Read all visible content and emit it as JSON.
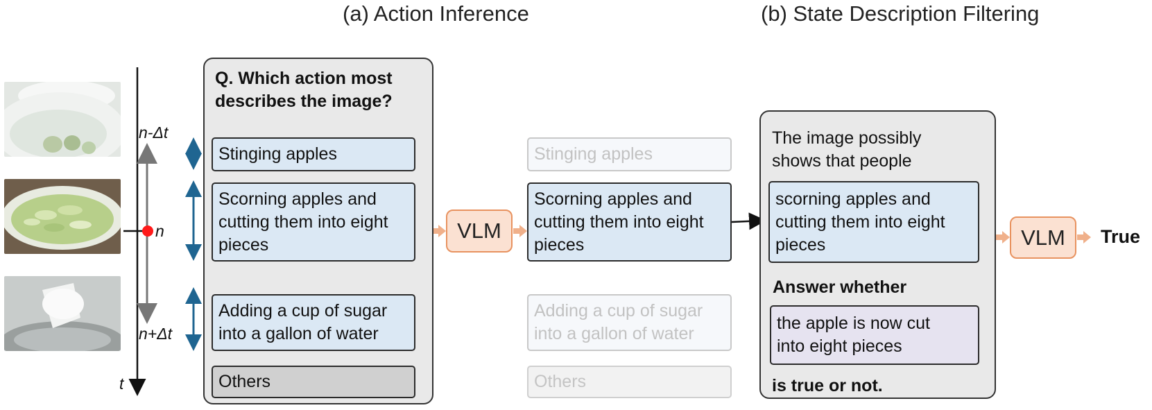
{
  "titles": {
    "action_inference": "(a) Action Inference",
    "state_filtering": "(b) State Description Filtering"
  },
  "timeline": {
    "label_before": "n-Δt",
    "label_current": "n",
    "label_after": "n+Δt",
    "label_time": "t"
  },
  "frames": [
    {
      "name": "apples in water bowl",
      "colors": [
        "#cfd6d0",
        "#f1f3f1",
        "#b9c9a4"
      ]
    },
    {
      "name": "apple slices in bowl",
      "colors": [
        "#7b6a55",
        "#b7cf8a",
        "#e3e8d6"
      ]
    },
    {
      "name": "pouring sugar into pot",
      "colors": [
        "#9a9f9e",
        "#f3f4f3",
        "#b8bdbd"
      ]
    }
  ],
  "question_panel": {
    "question_line1": "Q. Which action most",
    "question_line2": "describes the image?",
    "options": [
      {
        "lines": [
          "Stinging apples"
        ]
      },
      {
        "lines": [
          "Scorning apples and",
          "cutting them into eight",
          "pieces"
        ]
      },
      {
        "lines": [
          "Adding a cup of sugar",
          "into a gallon of water"
        ]
      },
      {
        "lines": [
          "Others"
        ]
      }
    ]
  },
  "vlm": {
    "label": "VLM"
  },
  "filtered": {
    "options": [
      {
        "lines": [
          "Stinging apples"
        ]
      },
      {
        "lines": [
          "Scorning apples and",
          "cutting them into eight",
          "pieces"
        ]
      },
      {
        "lines": [
          "Adding a cup of sugar",
          "into a gallon of water"
        ]
      },
      {
        "lines": [
          "Others"
        ]
      }
    ]
  },
  "state_panel": {
    "intro_line1": "The image possibly",
    "intro_line2": "shows that people",
    "action_lines": [
      "scorning apples and",
      "cutting them into eight",
      "pieces"
    ],
    "answer_whether": "Answer whether",
    "state_lines": [
      "the apple is now cut",
      "into eight pieces"
    ],
    "is_true": "is true or not."
  },
  "result": "True",
  "colors": {
    "arrow_orange": "#f0b08a",
    "red_dot": "#ff1a1a",
    "interval_arrow": "#1f6591",
    "box_blue": "#dbe8f4",
    "panel_gray": "#e9e9e9"
  }
}
